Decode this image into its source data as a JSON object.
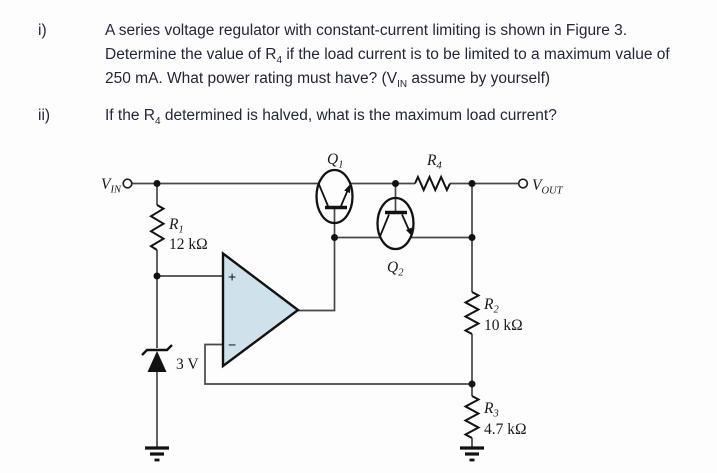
{
  "problem": {
    "item1": {
      "marker": "i)",
      "line1": "A series voltage regulator with constant-current limiting is shown in Figure 3.",
      "line2_pre": "Determine the value of R",
      "line2_sub": "4",
      "line2_post": " if the load current is to be limited to a maximum value of",
      "line3_pre": "250 mA. What power rating must have? (V",
      "line3_sub": "IN",
      "line3_post": " assume by yourself)"
    },
    "item2": {
      "marker": "ii)",
      "text_pre": "If the R",
      "text_sub": "4",
      "text_post": " determined is halved, what is the maximum load current?"
    }
  },
  "circuit": {
    "colors": {
      "terminal_label": "#ba9a14",
      "opamp_fill": "#cfe2eb",
      "wire": "#474747",
      "symbol": "#121212",
      "text": "#232736"
    },
    "labels": {
      "vin": {
        "main": "V",
        "sub": "IN"
      },
      "vout": {
        "main": "V",
        "sub": "OUT"
      },
      "q1": {
        "main": "Q",
        "sub": "1"
      },
      "q2": {
        "main": "Q",
        "sub": "2"
      },
      "r1": {
        "main": "R",
        "sub": "1",
        "value": "12 kΩ"
      },
      "r2": {
        "main": "R",
        "sub": "2",
        "value": "10 kΩ"
      },
      "r3": {
        "main": "R",
        "sub": "3",
        "value": "4.7 kΩ"
      },
      "r4": {
        "main": "R",
        "sub": "4"
      },
      "zener": {
        "value": "3 V"
      },
      "opamp": {
        "plus": "+",
        "minus": "−"
      }
    }
  }
}
